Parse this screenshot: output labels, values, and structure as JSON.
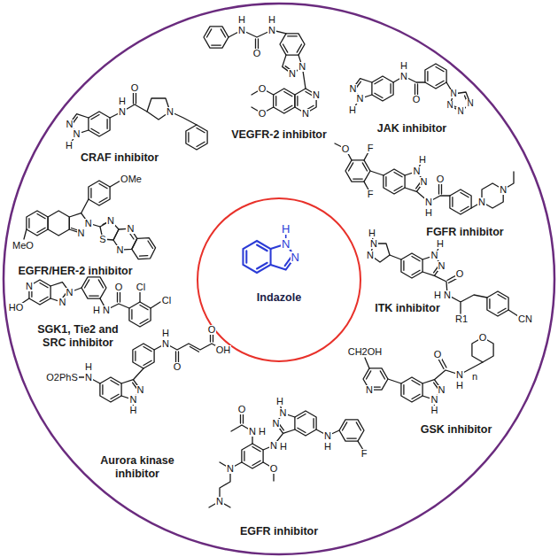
{
  "diagram": {
    "nodes": [
      {
        "text": [
          "Indazole"
        ]
      }
    ],
    "labels": [
      "N",
      "N",
      "H",
      "N",
      "H",
      "O",
      "N",
      "CRAF inhibitor",
      "N",
      "H",
      "O",
      "N",
      "H",
      "N",
      "N",
      "N",
      "N",
      "O",
      "O",
      "VEGFR-2 inhibitor",
      "N",
      "N",
      "H",
      "N",
      "H",
      "O",
      "N",
      "N",
      "N",
      "N",
      "JAK inhibitor",
      "N",
      "H",
      "N",
      "N",
      "H",
      "O",
      "N",
      "N",
      "F",
      "F",
      "O",
      "FGFR inhibitor",
      "N",
      "H",
      "N",
      "O",
      "N",
      "H",
      "R1",
      "CN",
      "N",
      "N",
      "H",
      "ITK inhibitor",
      "N",
      "N",
      "H",
      "O",
      "N",
      "H",
      "n",
      "O",
      "N",
      "CH2OH",
      "GSK inhibitor",
      "N",
      "H",
      "N",
      "N",
      "H",
      "F",
      "N",
      "H",
      "O",
      "N",
      "H",
      "O",
      "N",
      "N",
      "EGFR inhibitor",
      "N",
      "N",
      "H",
      "N",
      "H",
      "O",
      "O",
      "OH",
      "N",
      "H",
      "O2PhS",
      "Aurora kinase inhibitor",
      "N",
      "HO",
      "N",
      "N",
      "N",
      "H",
      "O",
      "Cl",
      "Cl",
      "SGK1, Tie2 and SRC inhibitor",
      "MeO",
      "N",
      "N",
      "OMe",
      "N",
      "S",
      "N",
      "N",
      "EGFR/HER-2 inhibitor",
      "H",
      "N",
      "N"
    ]
  }
}
